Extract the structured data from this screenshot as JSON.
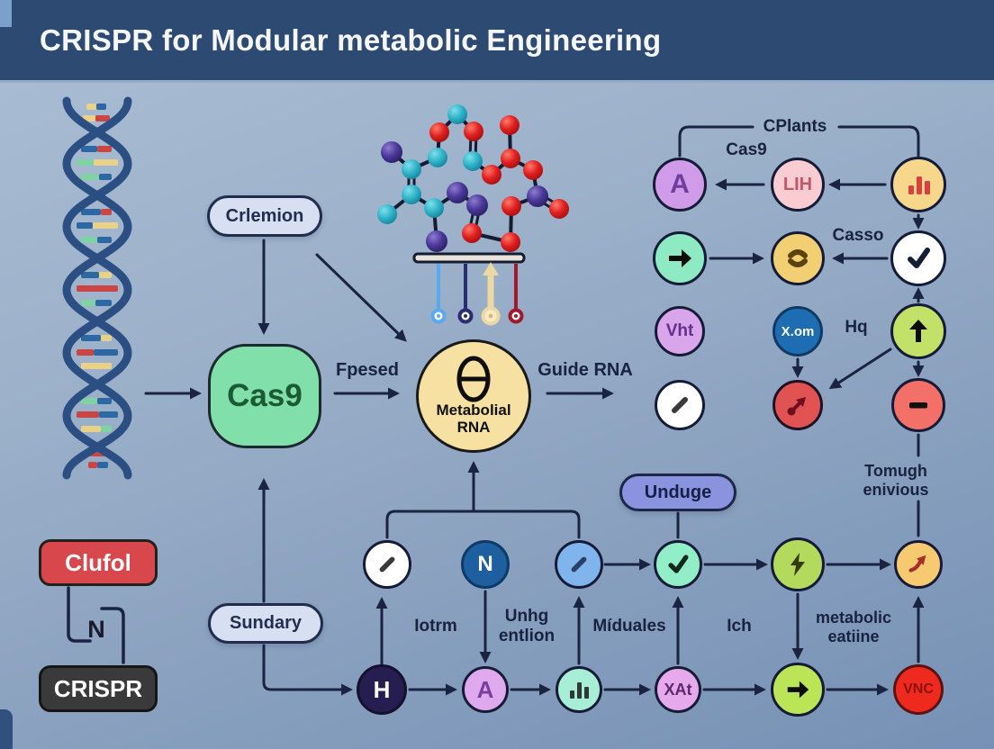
{
  "title": "CRISPR for Modular metabolic Engineering",
  "pills": {
    "crlemion": "Crlemion",
    "unduge": "Unduge",
    "sundary": "Sundary",
    "clufol": "Clufol",
    "crispr": "CRISPR"
  },
  "nodes": {
    "cas9": "Cas9",
    "metabolial_l1": "Metabolial",
    "metabolial_l2": "RNA",
    "a_top": "A",
    "lih": "LIH",
    "vht": "Vht",
    "xom": "X.om",
    "n_mid": "N",
    "h_bottom": "H",
    "a_bottom": "A",
    "xat": "XAt",
    "vnc": "VNC"
  },
  "labels": {
    "cplants": "CPlants",
    "cas9_small": "Cas9",
    "casso": "Casso",
    "hq": "Hq",
    "fpesed": "Fpesed",
    "guide_rna": "Guide RNA",
    "tomugh_l1": "Tomugh",
    "tomugh_l2": "enivious",
    "n_connector": "N",
    "iotrm": "Iotrm",
    "unhg_l1": "Unhg",
    "unhg_l2": "entlion",
    "miduales": "Míduales",
    "ich": "Ich",
    "metabolic_l1": "metabolic",
    "metabolic_l2": "eatiine"
  },
  "icons": {
    "bar_chart": "📊",
    "right_arrow": "➜",
    "sync": "⟳",
    "check": "✓",
    "up_arrow": "↑",
    "slash": "∕",
    "trend_up": "↗",
    "minus": "−",
    "lightning": "⚡",
    "theta": "⊖",
    "dna_helix": "🧬",
    "molecule": "⚛"
  },
  "colors": {
    "header_bg": "#2d4a73",
    "connector": "#1a2340",
    "cas9_fill": "#81e0a9",
    "metabolial_fill": "#f6e0a2",
    "clufol_fill": "#d8474b",
    "crispr_fill": "#3a3a3a",
    "unduge_fill": "#8a93de",
    "pill_fill": "#d7dff2",
    "vnc_fill": "#ee2a1f",
    "xom_fill": "#1e6cb2"
  }
}
